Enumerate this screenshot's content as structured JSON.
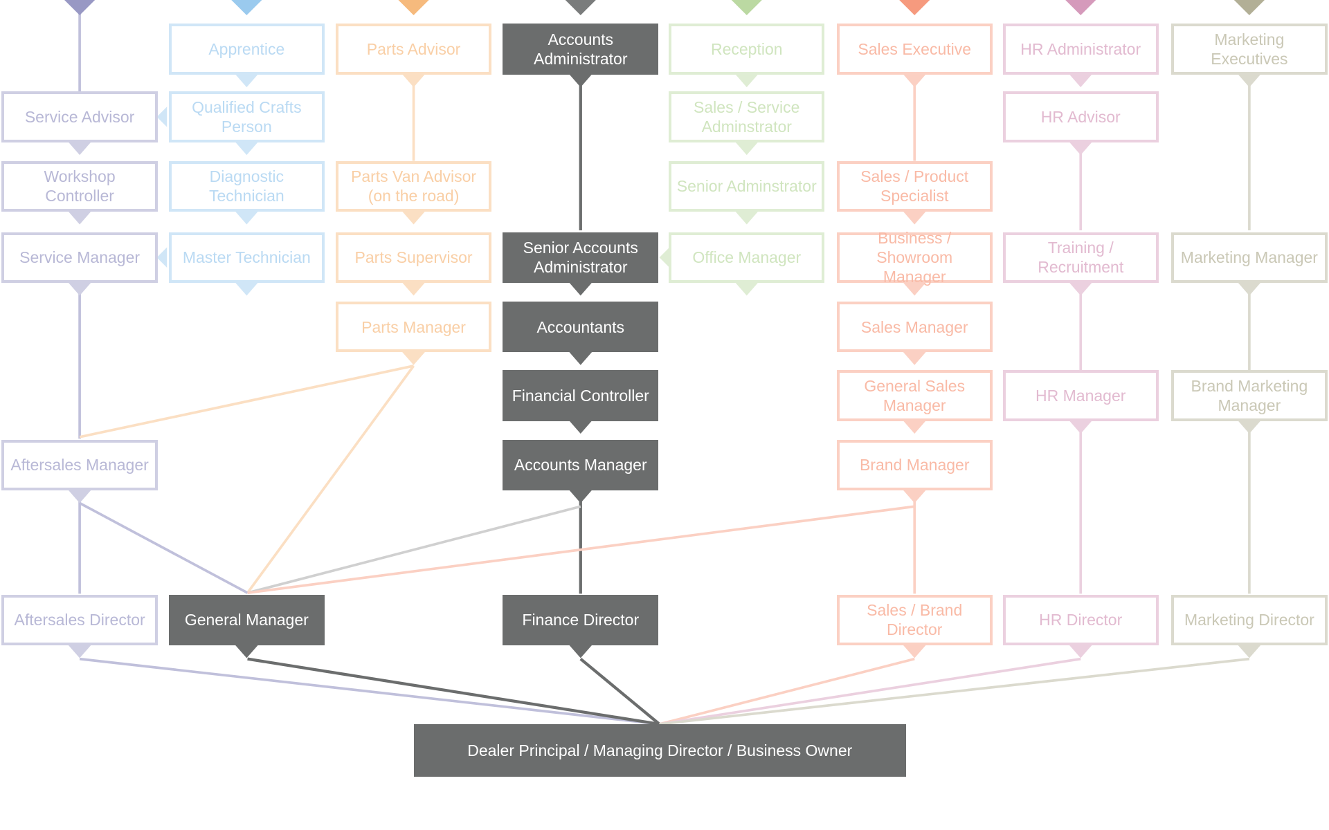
{
  "colors": {
    "service": "#8c8cbd",
    "technician": "#8fc4ec",
    "parts": "#f5b26f",
    "accounts": "#6b6d6d",
    "office": "#b3d598",
    "sales": "#f58f70",
    "hr": "#d08fb3",
    "marketing": "#a9a68a",
    "highlight_fill": "#6b6d6d",
    "highlight_text": "#ffffff"
  },
  "diagram": {
    "columns": [
      {
        "id": "service",
        "nodes": [
          {
            "id": "service-advisor",
            "label": "Service Advisor"
          },
          {
            "id": "workshop-controller",
            "label": "Workshop Controller"
          },
          {
            "id": "service-manager",
            "label": "Service Manager"
          },
          {
            "id": "aftersales-manager",
            "label": "Aftersales Manager"
          },
          {
            "id": "aftersales-director",
            "label": "Aftersales Director"
          }
        ]
      },
      {
        "id": "technician",
        "nodes": [
          {
            "id": "apprentice",
            "label": "Apprentice"
          },
          {
            "id": "qualified-crafts-person",
            "label": "Qualified Crafts Person"
          },
          {
            "id": "diagnostic-technician",
            "label": "Diagnostic Technician"
          },
          {
            "id": "master-technician",
            "label": "Master Technician"
          },
          {
            "id": "general-manager",
            "label": "General Manager",
            "highlight": true
          }
        ]
      },
      {
        "id": "parts",
        "nodes": [
          {
            "id": "parts-advisor",
            "label": "Parts Advisor"
          },
          {
            "id": "parts-van-advisor",
            "label": "Parts Van Advisor (on the road)"
          },
          {
            "id": "parts-supervisor",
            "label": "Parts Supervisor"
          },
          {
            "id": "parts-manager",
            "label": "Parts Manager"
          }
        ]
      },
      {
        "id": "accounts",
        "nodes": [
          {
            "id": "accounts-administrator",
            "label": "Accounts Administrator",
            "highlight": true
          },
          {
            "id": "senior-accounts-administrator",
            "label": "Senior Accounts Administrator",
            "highlight": true
          },
          {
            "id": "accountants",
            "label": "Accountants",
            "highlight": true
          },
          {
            "id": "financial-controller",
            "label": "Financial Controller",
            "highlight": true
          },
          {
            "id": "accounts-manager",
            "label": "Accounts Manager",
            "highlight": true
          },
          {
            "id": "finance-director",
            "label": "Finance Director",
            "highlight": true
          }
        ]
      },
      {
        "id": "office",
        "nodes": [
          {
            "id": "reception",
            "label": "Reception"
          },
          {
            "id": "sales-service-administrator",
            "label": "Sales / Service Adminstrator"
          },
          {
            "id": "senior-administrator",
            "label": "Senior Adminstrator"
          },
          {
            "id": "office-manager",
            "label": "Office Manager"
          }
        ]
      },
      {
        "id": "sales",
        "nodes": [
          {
            "id": "sales-executive",
            "label": "Sales Executive"
          },
          {
            "id": "sales-product-specialist",
            "label": "Sales / Product Specialist"
          },
          {
            "id": "business-showroom-manager",
            "label": "Business / Showroom Manager"
          },
          {
            "id": "sales-manager",
            "label": "Sales Manager"
          },
          {
            "id": "general-sales-manager",
            "label": "General Sales Manager"
          },
          {
            "id": "brand-manager",
            "label": "Brand Manager"
          },
          {
            "id": "sales-brand-director",
            "label": "Sales / Brand Director"
          }
        ]
      },
      {
        "id": "hr",
        "nodes": [
          {
            "id": "hr-administrator",
            "label": "HR Administrator"
          },
          {
            "id": "hr-advisor",
            "label": "HR Advisor"
          },
          {
            "id": "training-recruitment",
            "label": "Training / Recruitment"
          },
          {
            "id": "hr-manager",
            "label": "HR Manager"
          },
          {
            "id": "hr-director",
            "label": "HR Director"
          }
        ]
      },
      {
        "id": "marketing",
        "nodes": [
          {
            "id": "marketing-executives",
            "label": "Marketing Executives"
          },
          {
            "id": "marketing-manager",
            "label": "Marketing Manager"
          },
          {
            "id": "brand-marketing-manager",
            "label": "Brand Marketing Manager"
          },
          {
            "id": "marketing-director",
            "label": "Marketing Director"
          }
        ]
      }
    ],
    "root": {
      "id": "dealer-principal",
      "label": "Dealer Principal / Managing Director / Business Owner"
    }
  }
}
